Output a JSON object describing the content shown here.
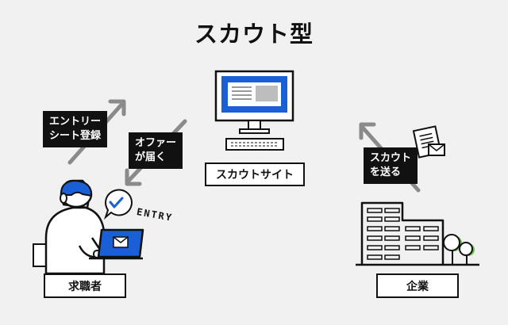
{
  "title": "スカウト型",
  "nodes": {
    "site_label": "スカウトサイト",
    "seeker_label": "求職者",
    "company_label": "企業"
  },
  "arrows": {
    "entry_sheet": [
      "エントリー",
      "シート登録"
    ],
    "offer": [
      "オファー",
      "が届く"
    ],
    "send_scout": [
      "スカウト",
      "を送る"
    ]
  },
  "entry_text": "ENTRY",
  "colors": {
    "accent_blue": "#1a5fd6",
    "background": "#f1f1f1",
    "ink": "#111111",
    "arrow_gray": "#8a8a8a",
    "tree_green": "#6ac04a"
  },
  "icons": [
    "monitor-icon",
    "keyboard-icon",
    "laptop-icon",
    "envelope-icon",
    "check-bubble-icon",
    "document-icon",
    "building-icon",
    "tree-icon"
  ]
}
